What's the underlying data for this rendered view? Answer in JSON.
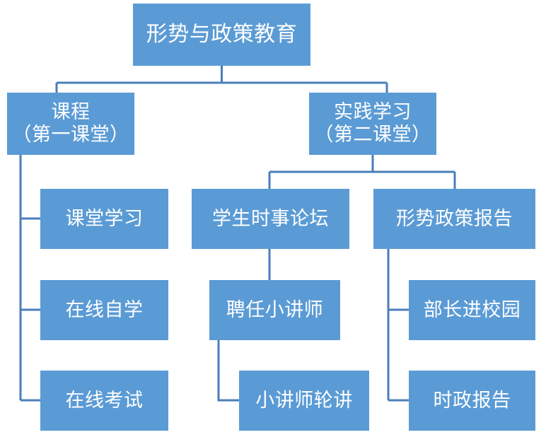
{
  "diagram": {
    "type": "organizational-tree",
    "title": "形势与政策教育",
    "colors": {
      "node_fill": "#5B9BD5",
      "node_text": "#FFFFFF",
      "connector": "#4A7EBB",
      "background": "#FFFFFF"
    },
    "nodes": {
      "root": {
        "label": "形势与政策教育",
        "lines": [
          "形势与政策教育"
        ]
      },
      "course": {
        "label": "课程（第一课堂）",
        "lines": [
          "课程",
          "（第一课堂）"
        ]
      },
      "practice": {
        "label": "实践学习（第二课堂）",
        "lines": [
          "实践学习",
          "（第二课堂）"
        ]
      },
      "classroom_study": {
        "label": "课堂学习",
        "lines": [
          "课堂学习"
        ]
      },
      "online_study": {
        "label": "在线自学",
        "lines": [
          "在线自学"
        ]
      },
      "online_exam": {
        "label": "在线考试",
        "lines": [
          "在线考试"
        ]
      },
      "student_forum": {
        "label": "学生时事论坛",
        "lines": [
          "学生时事论坛"
        ]
      },
      "appoint_lecturer": {
        "label": "聘任小讲师",
        "lines": [
          "聘任小讲师"
        ]
      },
      "lecturer_rotation": {
        "label": "小讲师轮讲",
        "lines": [
          "小讲师轮讲"
        ]
      },
      "situation_report": {
        "label": "形势政策报告",
        "lines": [
          "形势政策报告"
        ]
      },
      "minister_campus": {
        "label": "部长进校园",
        "lines": [
          "部长进校园"
        ]
      },
      "current_affairs": {
        "label": "时政报告",
        "lines": [
          "时政报告"
        ]
      }
    },
    "edges": [
      {
        "from": "root",
        "to": "course"
      },
      {
        "from": "root",
        "to": "practice"
      },
      {
        "from": "course",
        "to": "classroom_study"
      },
      {
        "from": "course",
        "to": "online_study"
      },
      {
        "from": "course",
        "to": "online_exam"
      },
      {
        "from": "practice",
        "to": "student_forum"
      },
      {
        "from": "practice",
        "to": "situation_report"
      },
      {
        "from": "student_forum",
        "to": "appoint_lecturer"
      },
      {
        "from": "appoint_lecturer",
        "to": "lecturer_rotation"
      },
      {
        "from": "situation_report",
        "to": "minister_campus"
      },
      {
        "from": "situation_report",
        "to": "current_affairs"
      }
    ]
  }
}
